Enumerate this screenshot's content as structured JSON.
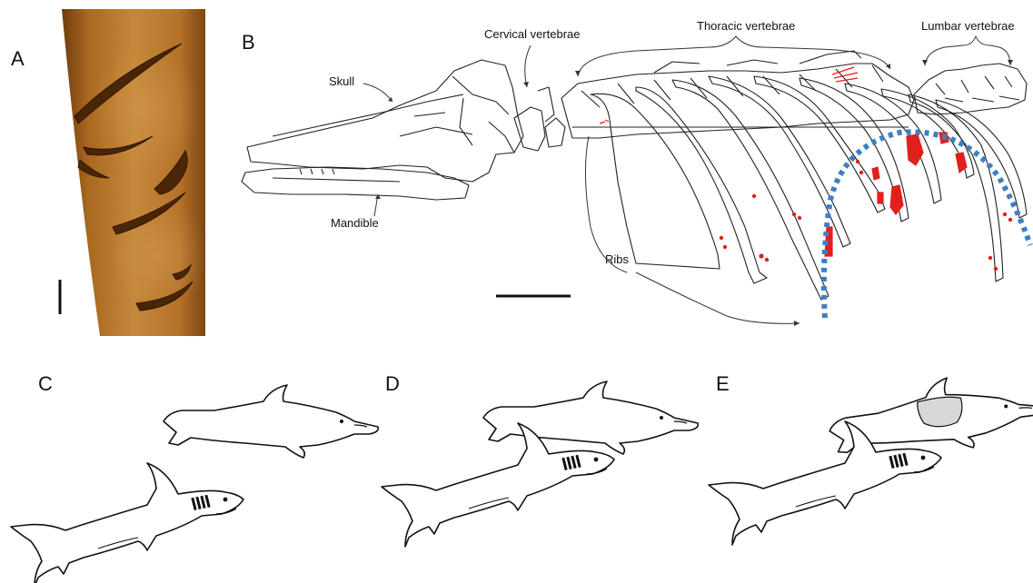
{
  "panels": {
    "a": "A",
    "b": "B",
    "c": "C",
    "d": "D",
    "e": "E"
  },
  "labels": {
    "skull": "Skull",
    "mandible": "Mandible",
    "cervical": "Cervical vertebrae",
    "thoracic": "Thoracic vertebrae",
    "lumbar": "Lumbar vertebrae",
    "ribs": "Ribs"
  },
  "colors": {
    "bite_marks": "#e0201c",
    "bite_arc": "#3d7fc1",
    "bone_photo": "#b7762a",
    "wound_fill": "#d8d8d8"
  }
}
